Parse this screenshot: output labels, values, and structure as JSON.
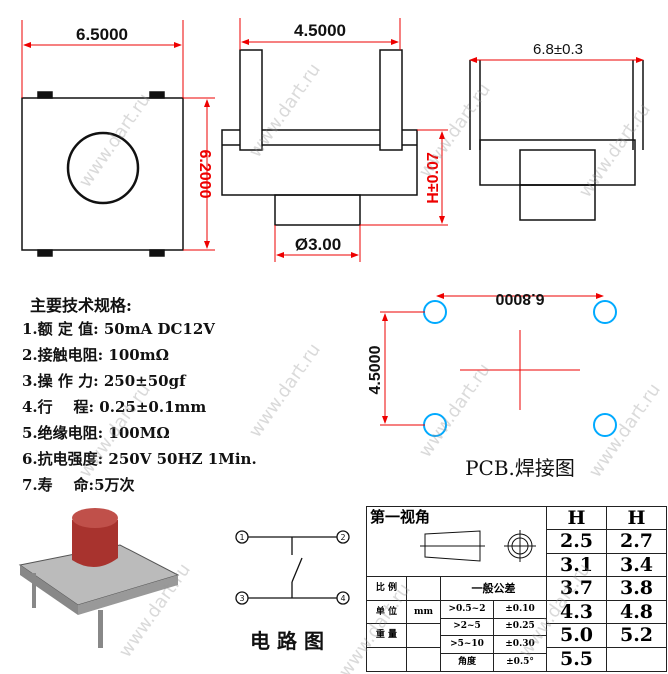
{
  "dimensions": {
    "top_width": "6.5000",
    "top_height": "6.2000",
    "side_width": "4.5000",
    "button_dia": "Ø3.00",
    "height_tol": "H±0.07",
    "end_width": "6.8±0.3",
    "pcb_width": "6.8000",
    "pcb_height": "4.5000"
  },
  "specs": {
    "title": "主要技术规格:",
    "items": [
      "1.额 定 值: 50mA DC12V",
      "2.接触电阻: 100mΩ",
      "3.操 作 力: 250±50gf",
      "4.行    程: 0.25±0.1mm",
      "5.绝缘电阻: 100MΩ",
      "6.抗电强度: 250V 50HZ 1Min.",
      "7.寿    命:5万次"
    ]
  },
  "pcb_title": "PCB.焊接图",
  "circuit": {
    "title": "电 路 图",
    "pins": [
      "1",
      "2",
      "3",
      "4"
    ]
  },
  "table": {
    "view": "第一视角",
    "ratio": "比 例",
    "unit": "单 位",
    "unit_val": "mm",
    "weight": "重 量",
    "tolerance": "一般公差",
    "tol_rows": [
      [
        ">0.5~2",
        "±0.10"
      ],
      [
        ">2~5",
        "±0.25"
      ],
      [
        ">5~10",
        "±0.30"
      ],
      [
        "角度",
        "±0.5°"
      ]
    ],
    "h_headers": [
      "H",
      "H"
    ],
    "h_col1": [
      "2.5",
      "3.1",
      "3.7",
      "4.3",
      "5.0",
      "5.5"
    ],
    "h_col2": [
      "2.7",
      "3.4",
      "3.8",
      "4.8",
      "5.2",
      ""
    ]
  },
  "watermark": "www.dart.ru",
  "colors": {
    "dim": "#e00000",
    "button": "#a8332e"
  }
}
